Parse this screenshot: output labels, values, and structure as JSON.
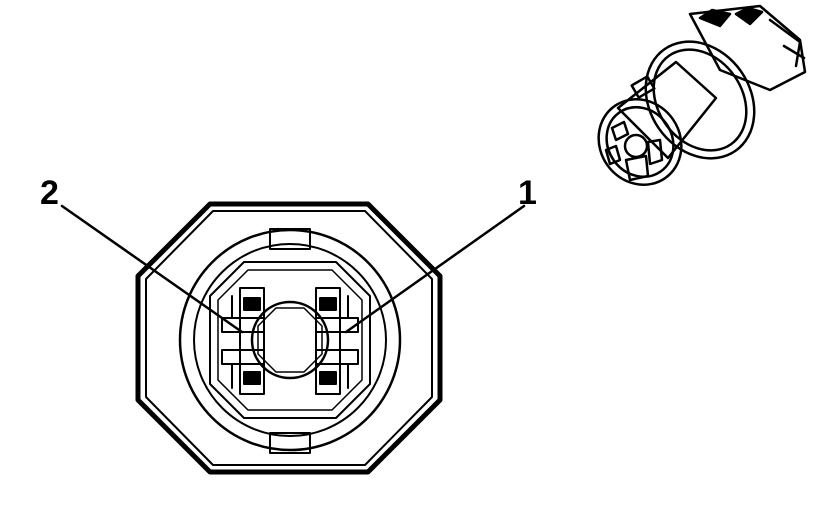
{
  "callouts": [
    {
      "id": "1",
      "text": "1"
    },
    {
      "id": "2",
      "text": "2"
    }
  ],
  "colors": {
    "line": "#000000",
    "background": "#ffffff"
  }
}
